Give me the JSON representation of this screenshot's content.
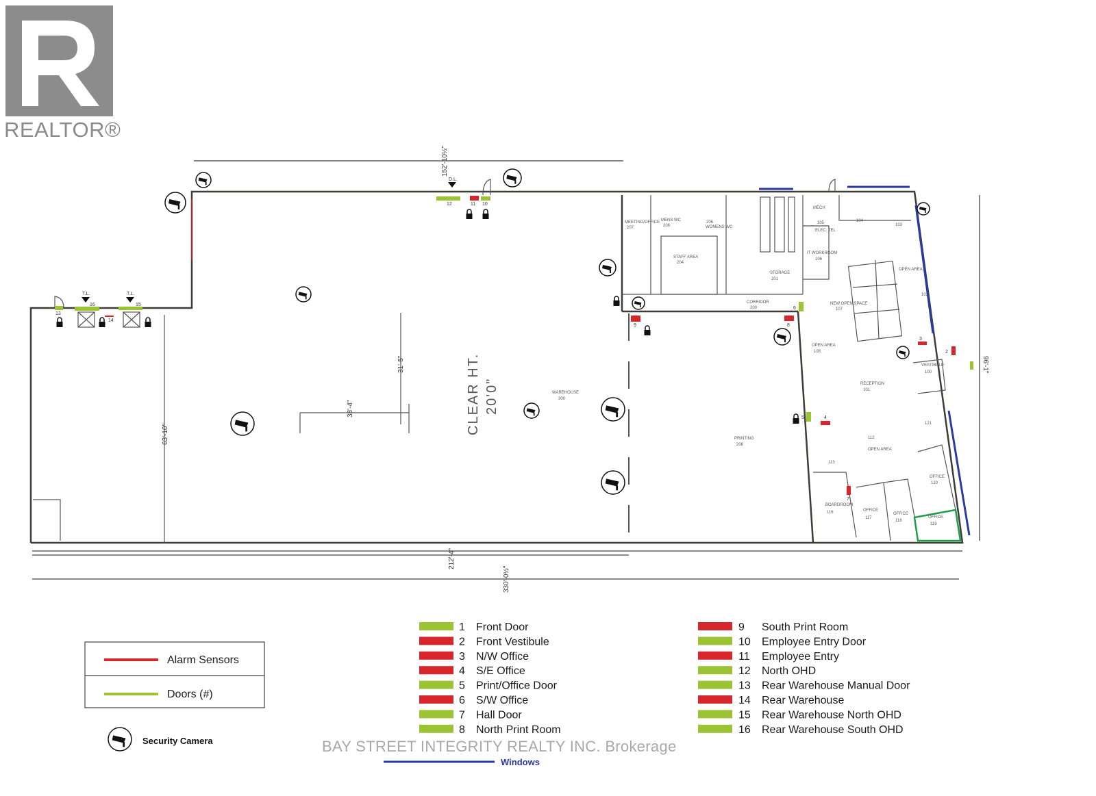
{
  "logo": {
    "text": "REALTOR®",
    "letter": "R"
  },
  "watermark": "BAY STREET INTEGRITY REALTY INC. Brokerage",
  "colors": {
    "door": "#9cc334",
    "alarm": "#d8262d",
    "window": "#2b3aa0",
    "highlight_office": "#1f9e4b"
  },
  "plan": {
    "dimensions": {
      "top": "152'-10½\"",
      "right": "96'-1\"",
      "bottom_inner": "212'-4\"",
      "bottom_total": "330'-0½\"",
      "left": "63'-10\"",
      "interior_vertical": "31'-5\"",
      "interior_horizontal": "38'-4\""
    },
    "clear_height_label": "CLEAR HT.",
    "clear_height_value": "20'0\"",
    "dock_marker": "D.L.",
    "truck_marker": "T.L.",
    "rooms": {
      "meeting": "MEETING/OFFICE",
      "meeting_no": "207",
      "mens": "MENS WC",
      "mens_no": "206",
      "womens": "WOMENS WC",
      "womens_no": "205",
      "staff": "STAFF AREA",
      "staff_no": "204",
      "storage": "STORAGE",
      "storage_no": "201",
      "corridor": "CORRIDOR",
      "corridor_no": "200",
      "mech": "MECH",
      "elec": "ELEC. TEL",
      "elec_no": "105",
      "it": "IT WORKROOM",
      "it_no": "106",
      "open1": "OPEN AREA",
      "open1_no": "102",
      "newopen": "NEW OPEN SPACE",
      "newopen_no": "107",
      "open2": "OPEN AREA",
      "open2_no": "108",
      "reception": "RECEPTION",
      "reception_no": "101",
      "vestibule": "VESTIBULE",
      "vestibule_no": "100",
      "open3": "OPEN AREA",
      "open3_no": "112",
      "office120": "OFFICE",
      "office120_no": "120",
      "boardroom": "BOARDROOM",
      "boardroom_no": "116",
      "office117": "OFFICE",
      "office117_no": "117",
      "office118": "OFFICE",
      "office118_no": "118",
      "office119": "OFFICE",
      "office119_no": "119",
      "printing": "PRINTING",
      "printing_no": "208",
      "warehouse": "WAREHOUSE",
      "warehouse_no": "300",
      "r104": "104",
      "r103": "103",
      "r113": "113",
      "r121": "121"
    }
  },
  "legend_box": {
    "alarm_label": "Alarm Sensors",
    "doors_label": "Doors (#)",
    "camera_label": "Security Camera",
    "windows_label": "Windows"
  },
  "legend": {
    "items": [
      {
        "number": "1",
        "label": "Front Door",
        "type": "door"
      },
      {
        "number": "2",
        "label": "Front Vestibule",
        "type": "alarm"
      },
      {
        "number": "3",
        "label": "N/W Office",
        "type": "alarm"
      },
      {
        "number": "4",
        "label": "S/E Office",
        "type": "alarm"
      },
      {
        "number": "5",
        "label": "Print/Office Door",
        "type": "door"
      },
      {
        "number": "6",
        "label": "S/W Office",
        "type": "alarm"
      },
      {
        "number": "7",
        "label": "Hall Door",
        "type": "door"
      },
      {
        "number": "8",
        "label": "North Print Room",
        "type": "door"
      },
      {
        "number": "9",
        "label": "South Print Room",
        "type": "alarm"
      },
      {
        "number": "10",
        "label": "Employee Entry Door",
        "type": "door"
      },
      {
        "number": "11",
        "label": "Employee Entry",
        "type": "alarm"
      },
      {
        "number": "12",
        "label": "North OHD",
        "type": "door"
      },
      {
        "number": "13",
        "label": "Rear Warehouse Manual Door",
        "type": "door"
      },
      {
        "number": "14",
        "label": "Rear Warehouse",
        "type": "alarm"
      },
      {
        "number": "15",
        "label": "Rear Warehouse North OHD",
        "type": "door"
      },
      {
        "number": "16",
        "label": "Rear Warehouse South OHD",
        "type": "door"
      }
    ]
  }
}
